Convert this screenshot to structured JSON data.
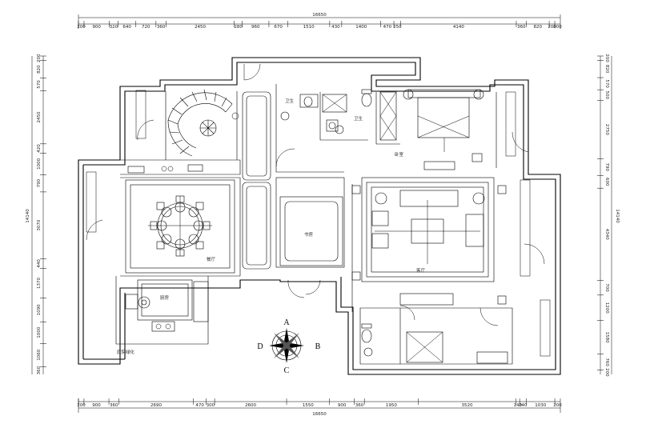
{
  "dimensions": {
    "top_total": "16650",
    "top": [
      "200",
      "900",
      "320",
      "640",
      "720",
      "360",
      "2450",
      "280",
      "960",
      "670",
      "1510",
      "430",
      "1400",
      "470",
      "250",
      "4140",
      "360",
      "820",
      "200",
      "200"
    ],
    "bottom_total": "16650",
    "bottom": [
      "200",
      "900",
      "360",
      "2690",
      "470",
      "300",
      "2600",
      "1550",
      "900",
      "360",
      "1950",
      "3520",
      "140",
      "240",
      "1030",
      "200"
    ],
    "left_total": "14140",
    "left": [
      "200",
      "820",
      "570",
      "2450",
      "420",
      "1000",
      "790",
      "3070",
      "440",
      "1370",
      "1090",
      "1000",
      "1060",
      "360"
    ],
    "right_total": "14140",
    "right": [
      "200",
      "820",
      "570",
      "500",
      "2750",
      "790",
      "600",
      "4340",
      "700",
      "1200",
      "1580",
      "760",
      "200"
    ]
  },
  "rooms": {
    "restaurant": "餐厅",
    "kitchen": "厨房",
    "bathroom_a": "卫生",
    "bathroom_b": "卫生",
    "bedroom": "卧室",
    "study": "书房",
    "living": "客厅",
    "garden": "庭院绿化"
  },
  "compass": {
    "n": "A",
    "s": "C",
    "w": "D",
    "e": "B"
  }
}
